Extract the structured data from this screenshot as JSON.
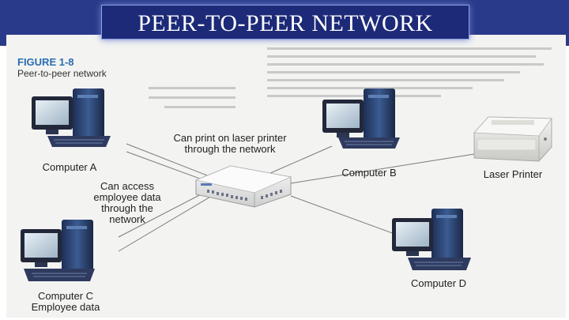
{
  "slide": {
    "title": "PEER-TO-PEER NETWORK"
  },
  "figure": {
    "label": "FIGURE 1-8",
    "caption": "Peer-to-peer network",
    "nodes": {
      "computer_a": "Computer A",
      "computer_b": "Computer B",
      "computer_c_line1": "Computer C",
      "computer_c_line2": "Employee data",
      "computer_d": "Computer D",
      "printer": "Laser Printer"
    },
    "annotations": {
      "print_line1": "Can print on laser printer",
      "print_line2": "through the network",
      "access_line1": "Can access",
      "access_line2": "employee data",
      "access_line3": "through the",
      "access_line4": "network"
    }
  }
}
